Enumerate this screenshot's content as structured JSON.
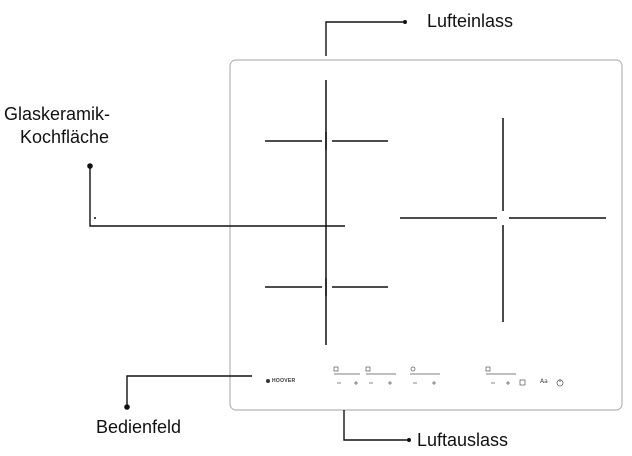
{
  "labels": {
    "air_inlet": "Lufteinlass",
    "ceramic_line1": "Glaskeramik-",
    "ceramic_line2": "Kochfläche",
    "control_panel": "Bedienfeld",
    "air_outlet": "Luftauslass"
  },
  "panel": {
    "brand": "HOOVER",
    "timer_symbol": "Aa"
  },
  "colors": {
    "line": "#111111",
    "hob_border": "#b4b4b4"
  }
}
